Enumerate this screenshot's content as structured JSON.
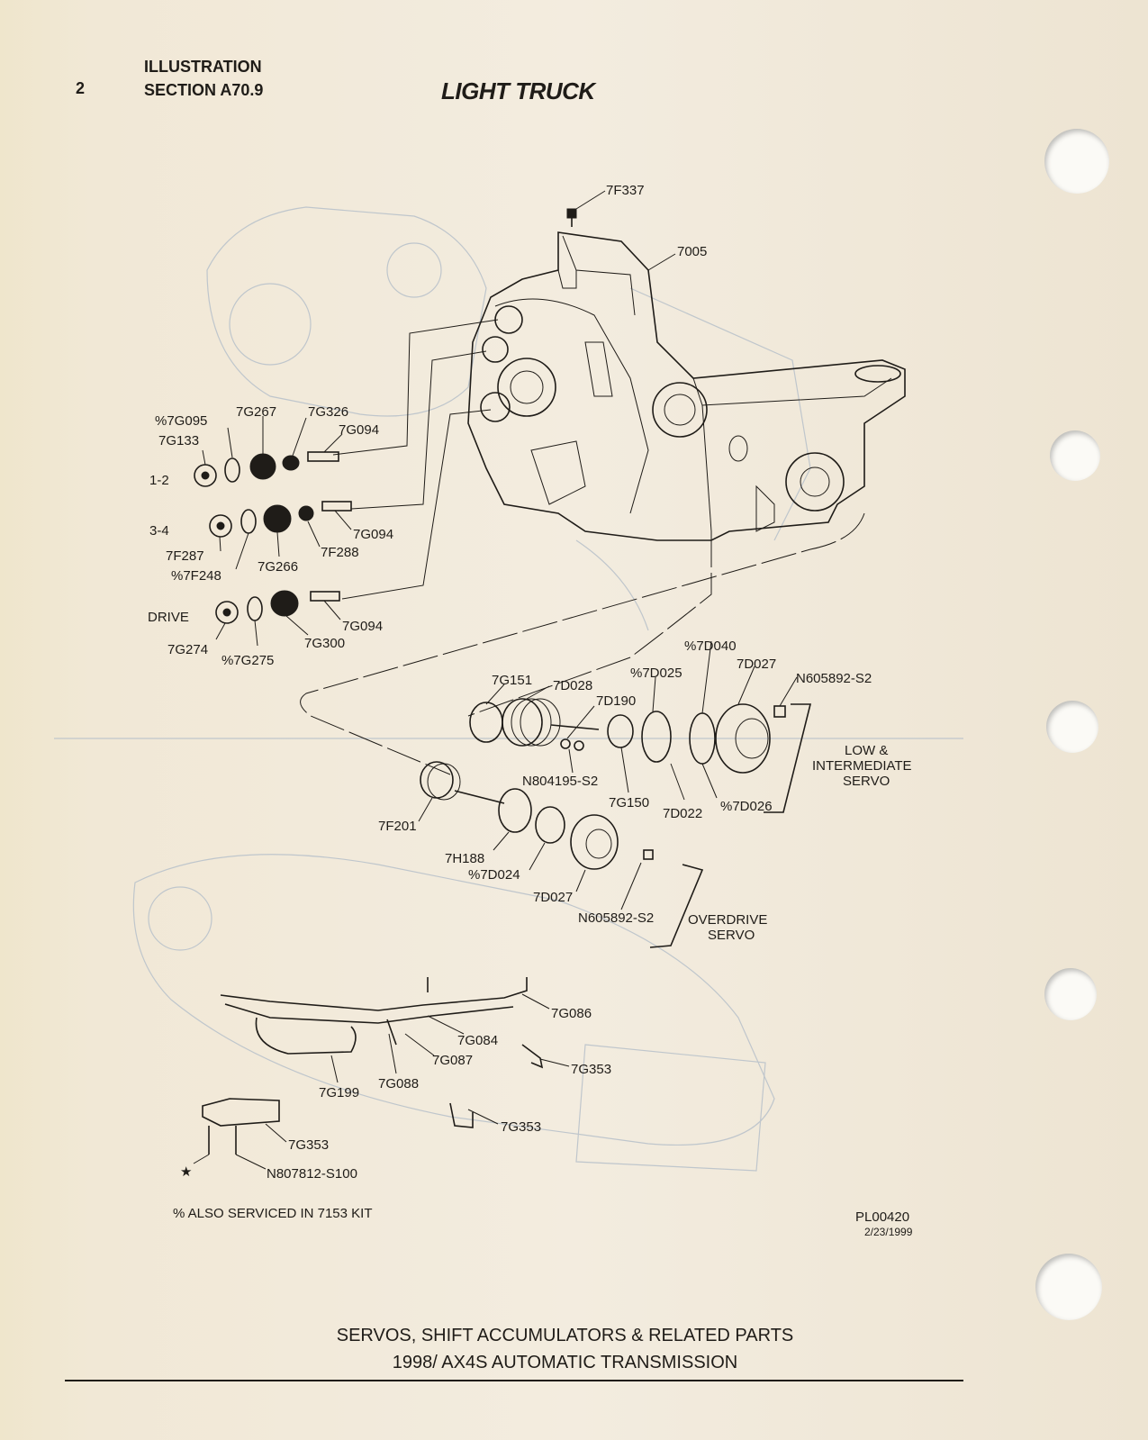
{
  "header": {
    "page_number": "2",
    "illustration_label": "ILLUSTRATION",
    "section_label": "SECTION A70.9",
    "title": "LIGHT TRUCK"
  },
  "parts": {
    "p7F337": "7F337",
    "p7005": "7005",
    "p7G095": "%7G095",
    "p7G133": "7G133",
    "p7G267": "7G267",
    "p7G326": "7G326",
    "p7G094a": "7G094",
    "p7G094b": "7G094",
    "p7G094c": "7G094",
    "p7F287": "7F287",
    "p7F248": "%7F248",
    "p7G266": "7G266",
    "p7F288": "7F288",
    "p7G274": "7G274",
    "p7G275": "%7G275",
    "p7G300": "7G300",
    "p7G151": "7G151",
    "p7D028": "7D028",
    "p7D190": "7D190",
    "p7D025": "%7D025",
    "p7D040": "%7D040",
    "p7D027a": "7D027",
    "pN605892a": "N605892-S2",
    "pN804195": "N804195-S2",
    "p7G150": "7G150",
    "p7D022": "7D022",
    "p7D026": "%7D026",
    "p7F201": "7F201",
    "p7H188": "7H188",
    "p7D024": "%7D024",
    "p7D027b": "7D027",
    "pN605892b": "N605892-S2",
    "p7G086": "7G086",
    "p7G084": "7G084",
    "p7G087": "7G087",
    "p7G088": "7G088",
    "p7G199": "7G199",
    "p7G353a": "7G353",
    "p7G353b": "7G353",
    "p7G353c": "7G353",
    "pN807812": "N807812-S100"
  },
  "groups": {
    "g12": "1-2",
    "g34": "3-4",
    "drive": "DRIVE",
    "low_line1": "LOW &",
    "low_line2": "INTERMEDIATE",
    "low_line3": "SERVO",
    "od_line1": "OVERDRIVE",
    "od_line2": "SERVO"
  },
  "notes": {
    "kit_note": "% ALSO SERVICED IN 7153 KIT",
    "code": "PL00420",
    "date": "2/23/1999",
    "star": "★"
  },
  "footer": {
    "line1": "SERVOS, SHIFT ACCUMULATORS & RELATED PARTS",
    "line2": "1998/ AX4S AUTOMATIC TRANSMISSION"
  }
}
